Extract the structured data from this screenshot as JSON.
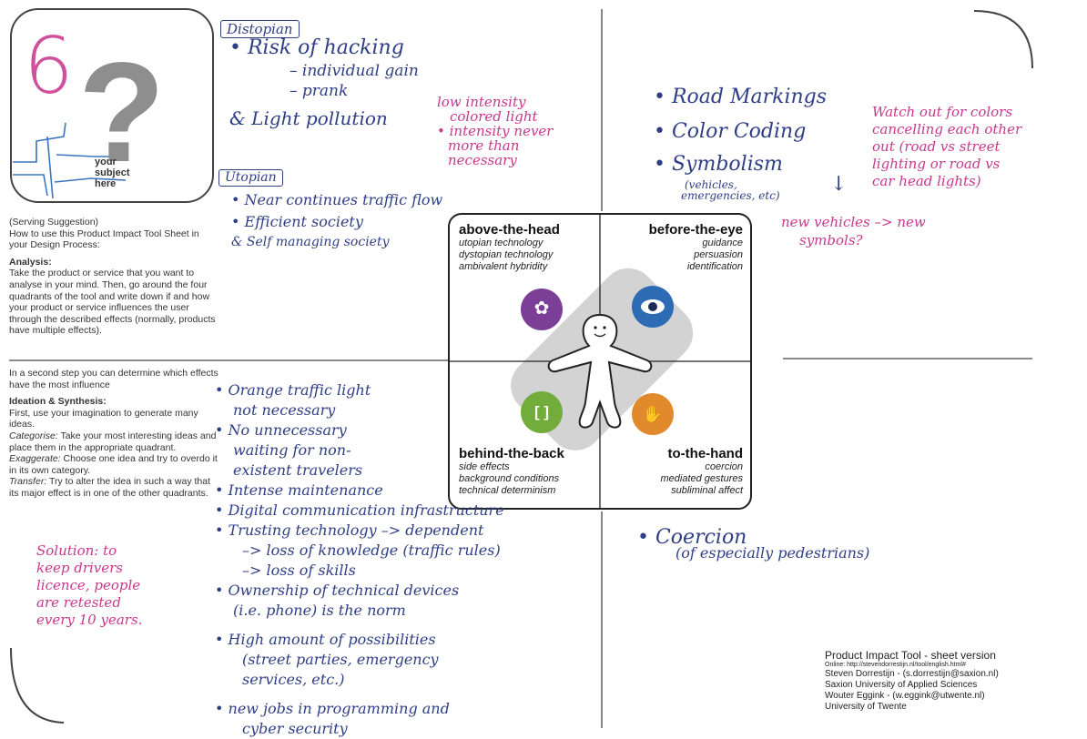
{
  "sheet_number": "6",
  "subject_placeholder": [
    "your",
    "subject",
    "here"
  ],
  "question_mark": "?",
  "guide": {
    "serving": "(Serving Suggestion)",
    "intro": "How to use this Product Impact Tool Sheet in your Design Process:",
    "analysis_title": "Analysis:",
    "analysis_text": "Take the product or service that you want to analyse in your mind. Then, go around the four quadrants of the tool and write down if and how your product or service influences the user through the described effects (normally, products have multiple effects).",
    "second_step": "In a second step you can determine which effects have the most influence",
    "ideation_title": "Ideation & Synthesis:",
    "ideation_text": "First, use your imagination to generate many ideas.",
    "categorise_label": "Categorise:",
    "categorise_text": "Take your most interesting ideas and place them in the appropriate quadrant.",
    "exaggerate_label": "Exaggerate:",
    "exaggerate_text": "Choose one idea and try to overdo it in its own category.",
    "transfer_label": "Transfer:",
    "transfer_text": "Try to alter the idea in such a way that its major effect is in one of the other quadrants."
  },
  "quadrants": {
    "above": {
      "title": "above-the-head",
      "items": [
        "utopian technology",
        "dystopian technology",
        "ambivalent hybridity"
      ],
      "color": "#7b3f97"
    },
    "before": {
      "title": "before-the-eye",
      "items": [
        "guidance",
        "persuasion",
        "identification"
      ],
      "color": "#2e6bb5"
    },
    "behind": {
      "title": "behind-the-back",
      "items": [
        "side effects",
        "background conditions",
        "technical determinism"
      ],
      "color": "#72ad3b"
    },
    "hand": {
      "title": "to-the-hand",
      "items": [
        "coercion",
        "mediated gestures",
        "subliminal affect"
      ],
      "color": "#e08a2c"
    }
  },
  "notes": {
    "distopian": {
      "header": "Distopian",
      "lines": [
        "• Risk of hacking",
        "– individual gain",
        "– prank",
        "& Light pollution"
      ]
    },
    "light_pollution_pink": [
      "low intensity",
      "colored light",
      "• intensity never",
      "more than",
      "necessary"
    ],
    "utopian": {
      "header": "Utopian",
      "lines": [
        "• Near continues traffic flow",
        "• Efficient society",
        "& Self managing society"
      ]
    },
    "before_eye": [
      "• Road Markings",
      "• Color Coding",
      "• Symbolism",
      "(vehicles,",
      "emergencies, etc)"
    ],
    "before_eye_pink": [
      "Watch out for colors",
      "cancelling each other",
      "out (road vs street",
      "lighting or road vs",
      "car head lights)"
    ],
    "new_vehicles_pink": [
      "new vehicles –> new",
      "symbols?"
    ],
    "behind_back": [
      "• Orange traffic light",
      "not necessary",
      "• No unnecessary",
      "waiting for non-",
      "existent travelers",
      "• Intense maintenance",
      "• Digital communication infrastructure",
      "• Trusting technology –> dependent",
      "–> loss of knowledge (traffic rules)",
      "–> loss of skills",
      "• Ownership of technical devices",
      "(i.e. phone) is the norm",
      "• High amount of possibilities",
      "(street parties, emergency",
      "services, etc.)",
      "• new jobs in programming and",
      "cyber security"
    ],
    "solution_pink": [
      "Solution: to",
      "keep drivers",
      "licence, people",
      "are retested",
      "every 10 years."
    ],
    "to_hand": [
      "• Coercion",
      "(of especially pedestrians)"
    ]
  },
  "footer": {
    "title": "Product Impact Tool - sheet version",
    "online": "Online: http://stevendorrestijn.nl/tool/english.html#",
    "line1": "Steven Dorrestijn - (s.dorrestijn@saxion.nl)",
    "line2": "Saxion University of Applied Sciences",
    "line3": "Wouter Eggink - (w.eggink@utwente.nl)",
    "line4": "University of Twente"
  },
  "colors": {
    "ink_blue": "#2f3f86",
    "ink_pink": "#c8388f",
    "frame": "#555555",
    "diamond": "#d2d2d2"
  }
}
